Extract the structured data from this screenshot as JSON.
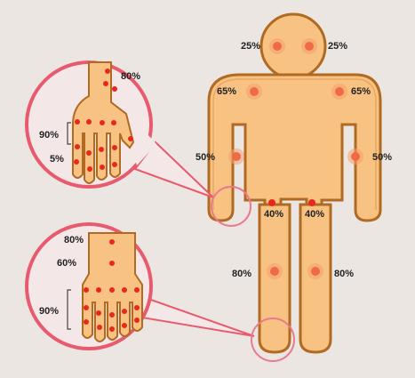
{
  "colors": {
    "background": "#ece6e2",
    "skin": "#f8c282",
    "outline": "#b06a22",
    "hotspot": "#e8281e",
    "callout": "#e85a6e",
    "text": "#222222"
  },
  "labels": {
    "head_left": "25%",
    "head_right": "25%",
    "shoulder_left": "65%",
    "shoulder_right": "65%",
    "arm_left": "50%",
    "arm_right": "50%",
    "hip_left": "40%",
    "hip_right": "40%",
    "leg_left": "80%",
    "leg_right": "80%",
    "hand_wrist": "80%",
    "hand_fingers": "90%",
    "hand_tips": "5%",
    "foot_ankle": "80%",
    "foot_mid": "60%",
    "foot_toes": "90%"
  }
}
